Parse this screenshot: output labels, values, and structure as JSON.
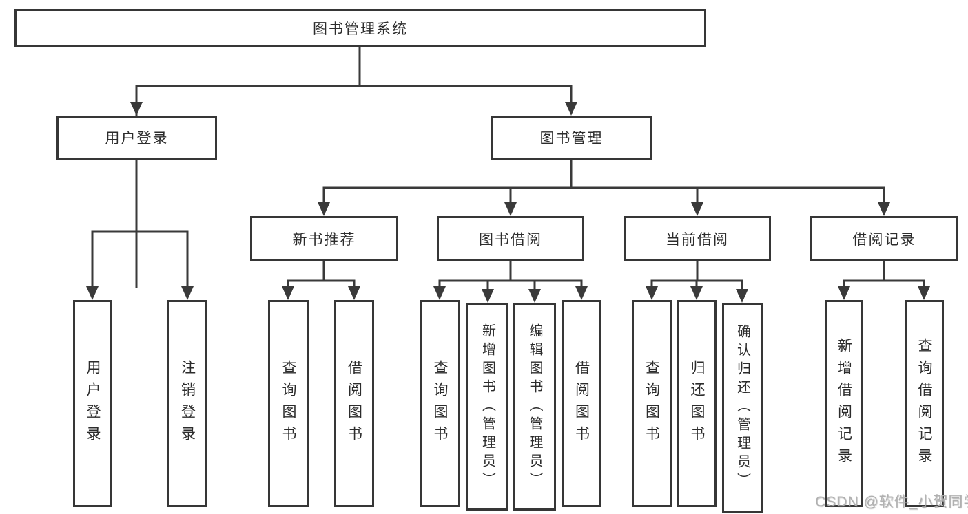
{
  "diagram": {
    "type": "tree-structure-diagram",
    "root": {
      "label": "图书管理系统"
    },
    "level2": {
      "user_login": {
        "label": "用户登录"
      },
      "book_mgmt": {
        "label": "图书管理"
      }
    },
    "level3": {
      "new_rec": {
        "label": "新书推荐"
      },
      "borrow": {
        "label": "图书借阅"
      },
      "current": {
        "label": "当前借阅"
      },
      "records": {
        "label": "借阅记录"
      }
    },
    "leaves": {
      "user_login": "用户登录",
      "logout": "注销登录",
      "rec_query": "查询图书",
      "rec_borrow": "借阅图书",
      "bb_query": "查询图书",
      "bb_add": "新增图书（管理员）",
      "bb_edit": "编辑图书（管理员）",
      "bb_borrow": "借阅图书",
      "cb_query": "查询图书",
      "cb_return": "归还图书",
      "cb_confirm": "确认归还（管理员）",
      "br_add": "新增借阅记录",
      "br_query": "查询借阅记录"
    },
    "colors": {
      "line": "#3a3a3a",
      "border": "#363636",
      "text": "#2c2c2c",
      "watermark": "#b0b0b0",
      "background": "#ffffff"
    },
    "watermark": "CSDN @软件_小贺同学"
  }
}
